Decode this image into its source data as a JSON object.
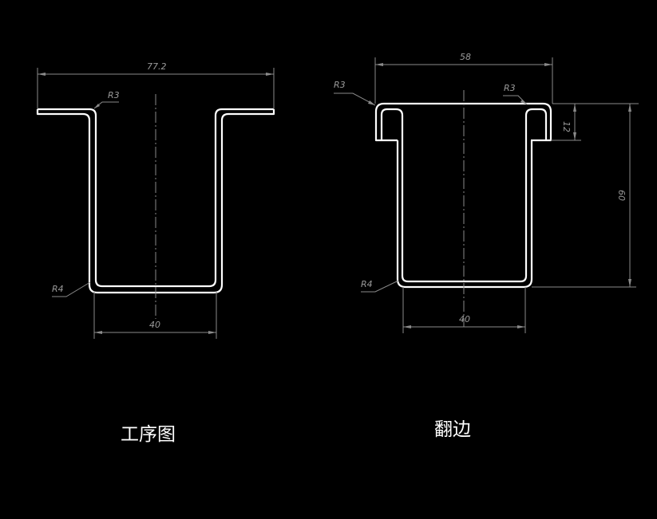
{
  "drawing": {
    "background": "#000000",
    "line_color": "#ffffff",
    "dimension_color": "#8a8a8a"
  },
  "left_view": {
    "caption": "工序图",
    "dimensions": {
      "flange_width": "77.2",
      "top_radius": "R3",
      "bottom_radius": "R4",
      "bottom_width": "40"
    }
  },
  "right_view": {
    "caption": "翻边",
    "dimensions": {
      "top_width": "58",
      "left_radius": "R3",
      "right_radius": "R3",
      "hem_height": "12",
      "total_height": "60",
      "bottom_radius": "R4",
      "bottom_width": "40"
    }
  }
}
